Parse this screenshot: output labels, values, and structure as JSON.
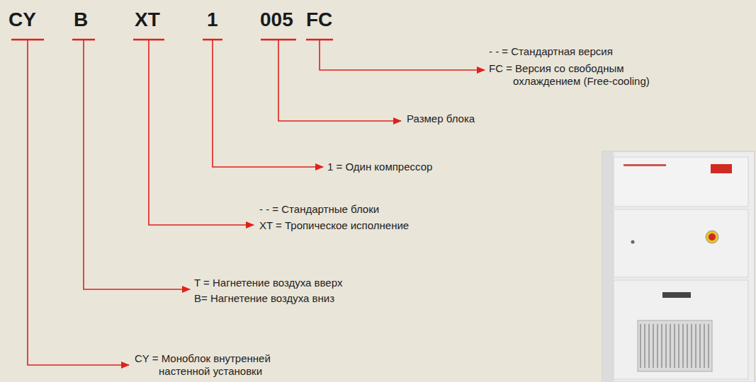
{
  "diagram": {
    "labels": [
      "CY",
      "B",
      "XT",
      "1",
      "005",
      "FC",
      "- - = Стандартная версия",
      "FC = Версия со свободным охлаждением (Free-cooling)",
      "Размер блока",
      "1 = Один компрессор",
      "- - = Стандартные блоки",
      "XT = Тропическое исполнение",
      "T = Нагнетение воздуха вверх",
      "B= Нагнетение воздуха вниз",
      "CY = Моноблок внутренней настенной установки"
    ]
  }
}
